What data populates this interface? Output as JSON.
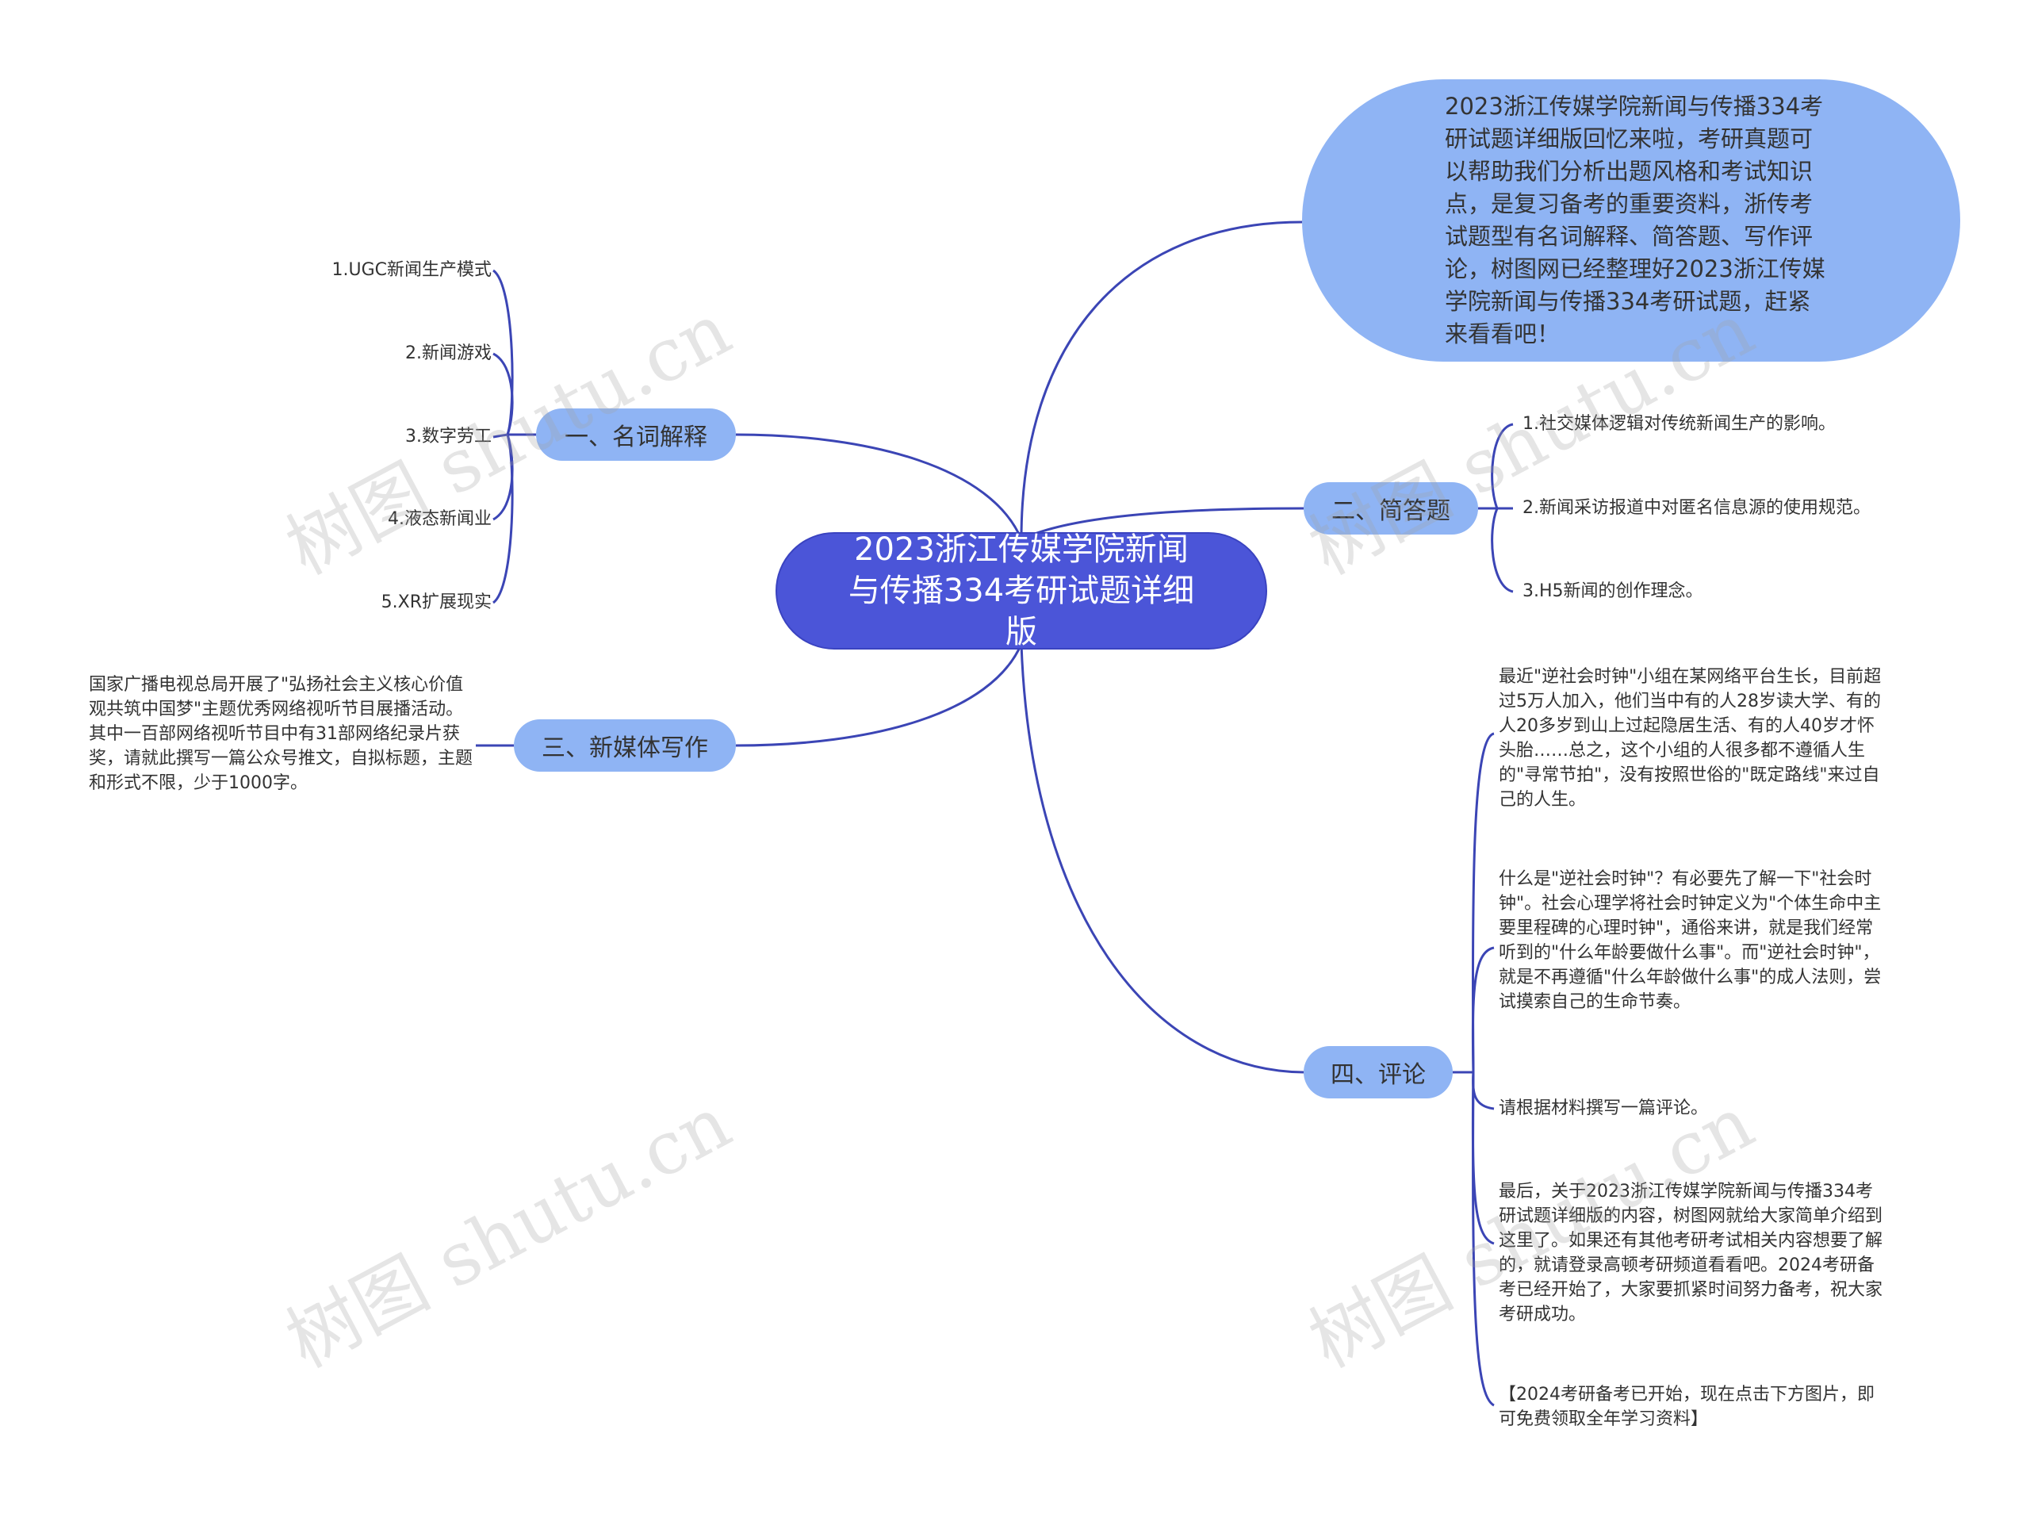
{
  "colors": {
    "root_fill": "#4b55d8",
    "branch_fill": "#8fb4f4",
    "connector": "#3b45b5",
    "text": "#333333"
  },
  "root": {
    "title": "2023浙江传媒学院新闻与传播334考研试题详细版"
  },
  "intro": {
    "text": "2023浙江传媒学院新闻与传播334考研试题详细版回忆来啦，考研真题可以帮助我们分析出题风格和考试知识点，是复习备考的重要资料，浙传考试题型有名词解释、简答题、写作评论，树图网已经整理好2023浙江传媒学院新闻与传播334考研试题，赶紧来看看吧！"
  },
  "branches": {
    "b1": {
      "label": "一、名词解释",
      "items": [
        "1.UGC新闻生产模式",
        "2.新闻游戏",
        "3.数字劳工",
        "4.液态新闻业",
        "5.XR扩展现实"
      ]
    },
    "b2": {
      "label": "二、简答题",
      "items": [
        "1.社交媒体逻辑对传统新闻生产的影响。",
        "2.新闻采访报道中对匿名信息源的使用规范。",
        "3.H5新闻的创作理念。"
      ]
    },
    "b3": {
      "label": "三、新媒体写作",
      "items": [
        "国家广播电视总局开展了\"弘扬社会主义核心价值观共筑中国梦\"主题优秀网络视听节目展播活动。其中一百部网络视听节目中有31部网络纪录片获奖，请就此撰写一篇公众号推文，自拟标题，主题和形式不限，少于1000字。"
      ]
    },
    "b4": {
      "label": "四、评论",
      "items": [
        "最近\"逆社会时钟\"小组在某网络平台生长，目前超过5万人加入，他们当中有的人28岁读大学、有的人20多岁到山上过起隐居生活、有的人40岁才怀头胎……总之，这个小组的人很多都不遵循人生的\"寻常节拍\"，没有按照世俗的\"既定路线\"来过自己的人生。",
        "什么是\"逆社会时钟\"？有必要先了解一下\"社会时钟\"。社会心理学将社会时钟定义为\"个体生命中主要里程碑的心理时钟\"，通俗来讲，就是我们经常听到的\"什么年龄要做什么事\"。而\"逆社会时钟\"，就是不再遵循\"什么年龄做什么事\"的成人法则，尝试摸索自己的生命节奏。",
        "请根据材料撰写一篇评论。",
        "最后，关于2023浙江传媒学院新闻与传播334考研试题详细版的内容，树图网就给大家简单介绍到这里了。如果还有其他考研考试相关内容想要了解的，就请登录高顿考研频道看看吧。2024考研备考已经开始了，大家要抓紧时间努力备考，祝大家考研成功。",
        "【2024考研备考已开始，现在点击下方图片，即可免费领取全年学习资料】"
      ]
    }
  },
  "watermark": "树图 shutu.cn"
}
